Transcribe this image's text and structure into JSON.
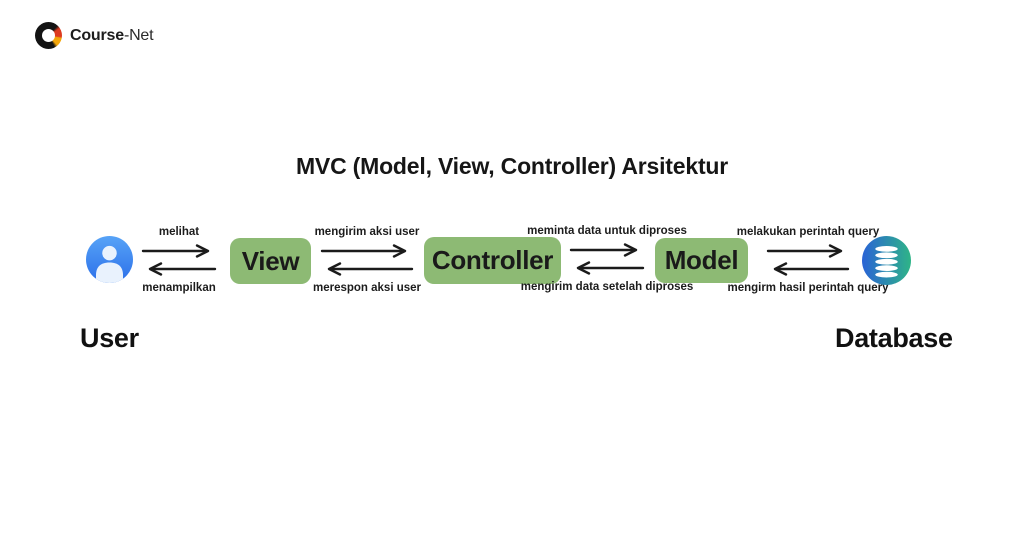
{
  "logo": {
    "brand_bold": "Course",
    "brand_regular": "-Net"
  },
  "title": "MVC (Model, View, Controller) Arsitektur",
  "nodes": {
    "user": {
      "label": "User"
    },
    "view": {
      "label": "View"
    },
    "controller": {
      "label": "Controller"
    },
    "model": {
      "label": "Model"
    },
    "database": {
      "label": "Database"
    }
  },
  "flows": {
    "user_view": {
      "forward": "melihat",
      "backward": "menampilkan"
    },
    "view_controller": {
      "forward": "mengirim aksi user",
      "backward": "merespon aksi user"
    },
    "controller_model": {
      "forward": "meminta data untuk diproses",
      "backward": "mengirim data setelah diproses"
    },
    "model_database": {
      "forward": "melakukan perintah query",
      "backward": "mengirm hasil perintah query"
    }
  },
  "colors": {
    "box_green": "#8dba74",
    "arrow_black": "#1b1b1b",
    "user_icon_blue_light": "#57a3f7",
    "user_icon_blue_dark": "#2b6fe9",
    "database_blue": "#2a63d6",
    "database_green": "#2eb487",
    "logo_black": "#131313",
    "logo_red": "#dd3b20",
    "logo_yellow": "#f3a60a"
  }
}
